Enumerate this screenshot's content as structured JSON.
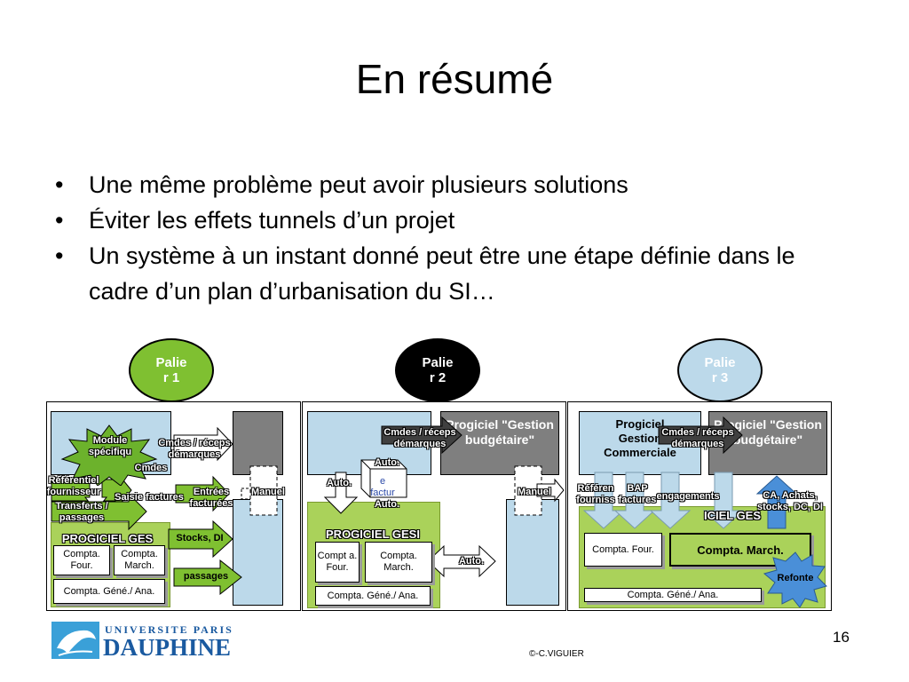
{
  "slide": {
    "title": "En résumé",
    "bullets": [
      "Une même problème peut avoir plusieurs solutions",
      "Éviter les effets tunnels d’un projet",
      "Un système à un instant donné peut être une étape définie dans le cadre d’un plan d’urbanisation du SI…"
    ],
    "page_number": "16",
    "copyright": "©-C.VIGUIER",
    "logo": {
      "line1": "UNIVERSITE PARIS",
      "line2": "DAUPHINE"
    }
  },
  "colors": {
    "green": "#7fc031",
    "light_blue": "#bcd9ea",
    "dark_gray": "#7f7f7f",
    "black": "#000000"
  },
  "palier1": {
    "label": "Palie r 1",
    "module": "Module spécifiqu",
    "cmdes_receps": "Cmdes / réceps démarques",
    "cmdes": "Cmdes",
    "referentiel": "Référentiel fournisseur",
    "transferts": "Transferts / passages",
    "saisie": "Saisie factures",
    "entrees": "Entrées facturées",
    "manuel": "Manuel",
    "progiciel": "PROGICIEL GES",
    "stocks": "Stocks, DI",
    "passages": "passages",
    "compta_four": "Compta. Four.",
    "compta_march": "Compta. March.",
    "compta_gene": "Compta. Géné./ Ana."
  },
  "palier2": {
    "label": "Palie r 2",
    "cmdes_receps": "Cmdes / réceps démarques",
    "progiciel_budget": "Progiciel \"Gestion budgétaire\"",
    "auto1": "Auto.",
    "auto2": "Auto.",
    "auto3": "Auto.",
    "auto4": "Auto.",
    "facture": "e factur e",
    "manuel": "Manuel",
    "progiciel": "PROGICIEL GESI",
    "compta_four": "Compt a. Four.",
    "compta_march": "Compta. March.",
    "compta_gene": "Compta. Géné./ Ana."
  },
  "palier3": {
    "label": "Palie r 3",
    "progiciel_commercial": "Progiciel Gestion Commerciale",
    "cmdes_receps": "Cmdes / réceps démarques",
    "progiciel_budget": "Progiciel \"Gestion budgétaire\"",
    "referen": "Référen fourniss",
    "bap": "BAP factures",
    "engagements": "engagements",
    "ca_achats": "CA, Achats, stocks, DC, DI",
    "progiciel": "ICIEL GES",
    "compta_four": "Compta. Four.",
    "compta_march": "Compta. March.",
    "compta_gene": "Compta. Géné./ Ana.",
    "refonte": "Refonte"
  }
}
